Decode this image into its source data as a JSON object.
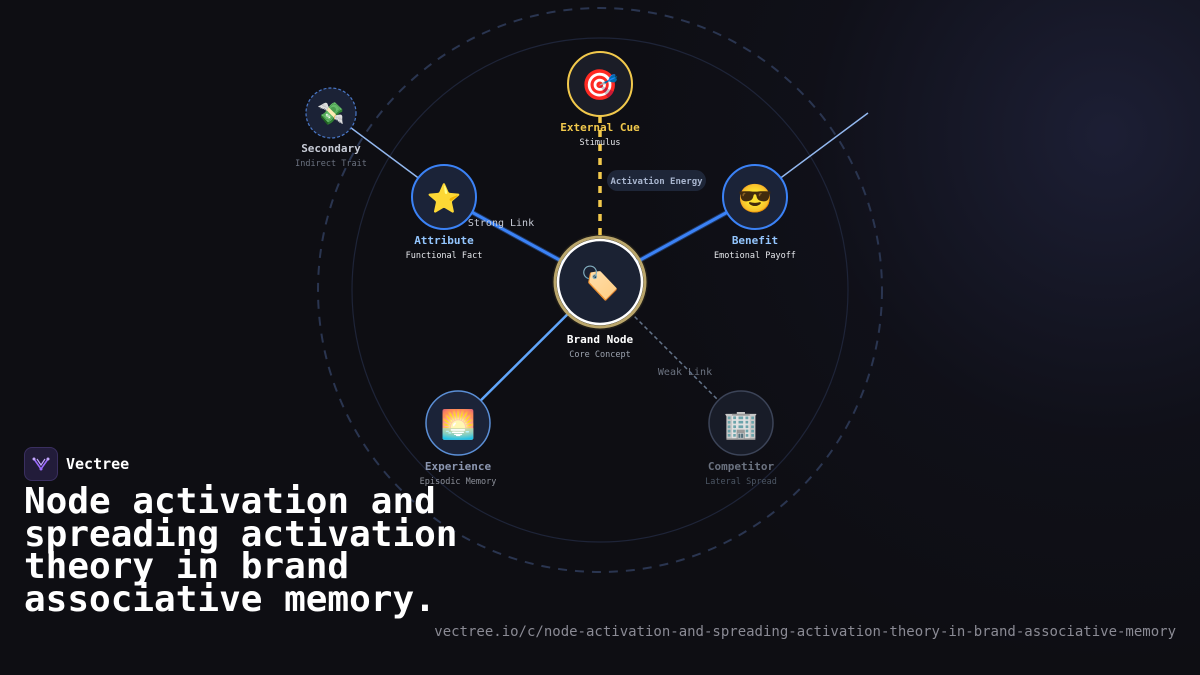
{
  "diagram": {
    "nodes": {
      "center": {
        "icon": "🏷️",
        "icon_name": "price-tag-icon",
        "title": "Brand Node",
        "subtitle": "Core Concept"
      },
      "cue": {
        "icon": "🎯",
        "icon_name": "target-icon",
        "title": "External Cue",
        "subtitle": "Stimulus"
      },
      "attribute": {
        "icon": "⭐",
        "icon_name": "star-icon",
        "title": "Attribute",
        "subtitle": "Functional Fact"
      },
      "benefit": {
        "icon": "😎",
        "icon_name": "sunglasses-face-icon",
        "title": "Benefit",
        "subtitle": "Emotional Payoff"
      },
      "secondary": {
        "icon": "💸",
        "icon_name": "money-wings-icon",
        "title": "Secondary",
        "subtitle": "Indirect Trait"
      },
      "experience": {
        "icon": "🌅",
        "icon_name": "sunrise-icon",
        "title": "Experience",
        "subtitle": "Episodic Memory"
      },
      "competitor": {
        "icon": "🏢",
        "icon_name": "office-building-icon",
        "title": "Competitor",
        "subtitle": "Lateral Spread"
      }
    },
    "labels": {
      "strong_link": "Strong Link",
      "weak_link": "Weak Link",
      "activation_energy": "Activation Energy"
    },
    "colors": {
      "strong": "#3b82f6",
      "medium": "#60a5fa",
      "cue": "#f2c94c",
      "weak": "#64748b"
    }
  },
  "brand": {
    "name": "Vectree"
  },
  "headline": "Node activation and spreading activation theory in brand associative memory.",
  "url": "vectree.io/c/node-activation-and-spreading-activation-theory-in-brand-associative-memory"
}
